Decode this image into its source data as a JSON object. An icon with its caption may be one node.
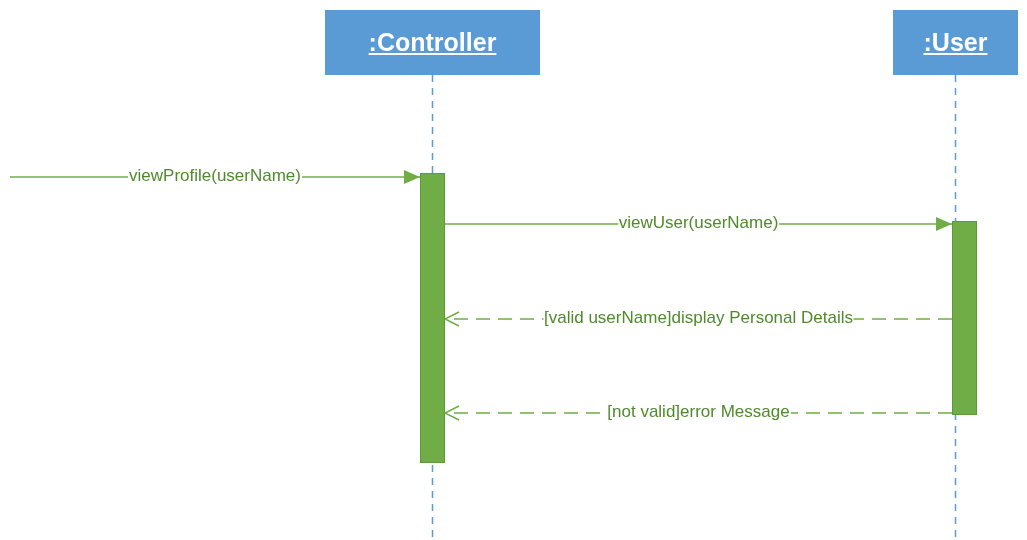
{
  "diagram": {
    "nodes": [
      {
        "text": [
          ":Controller"
        ]
      },
      {
        "text": [
          ":User"
        ]
      },
      {
        "text": [],
        "shape": "bar"
      },
      {
        "text": [],
        "shape": "bar"
      }
    ],
    "edges": [
      {
        "from": 0,
        "to": null,
        "arrow": "none",
        "style": "dashed",
        "color": "#5b9bd5"
      },
      {
        "from": 1,
        "to": null,
        "arrow": "none",
        "style": "dashed",
        "color": "#5b9bd5"
      },
      {
        "from": null,
        "to": 2,
        "arrow": "to",
        "label": "viewProfile(userName)"
      },
      {
        "from": 2,
        "to": 3,
        "arrow": "to",
        "label": "viewUser(userName)"
      },
      {
        "from": 3,
        "to": 2,
        "arrow": "to",
        "style": "dashed",
        "label": "[valid userName]display Personal Details"
      },
      {
        "from": 3,
        "to": 2,
        "arrow": "to",
        "style": "dashed",
        "label": "[not valid]error Message"
      }
    ]
  }
}
